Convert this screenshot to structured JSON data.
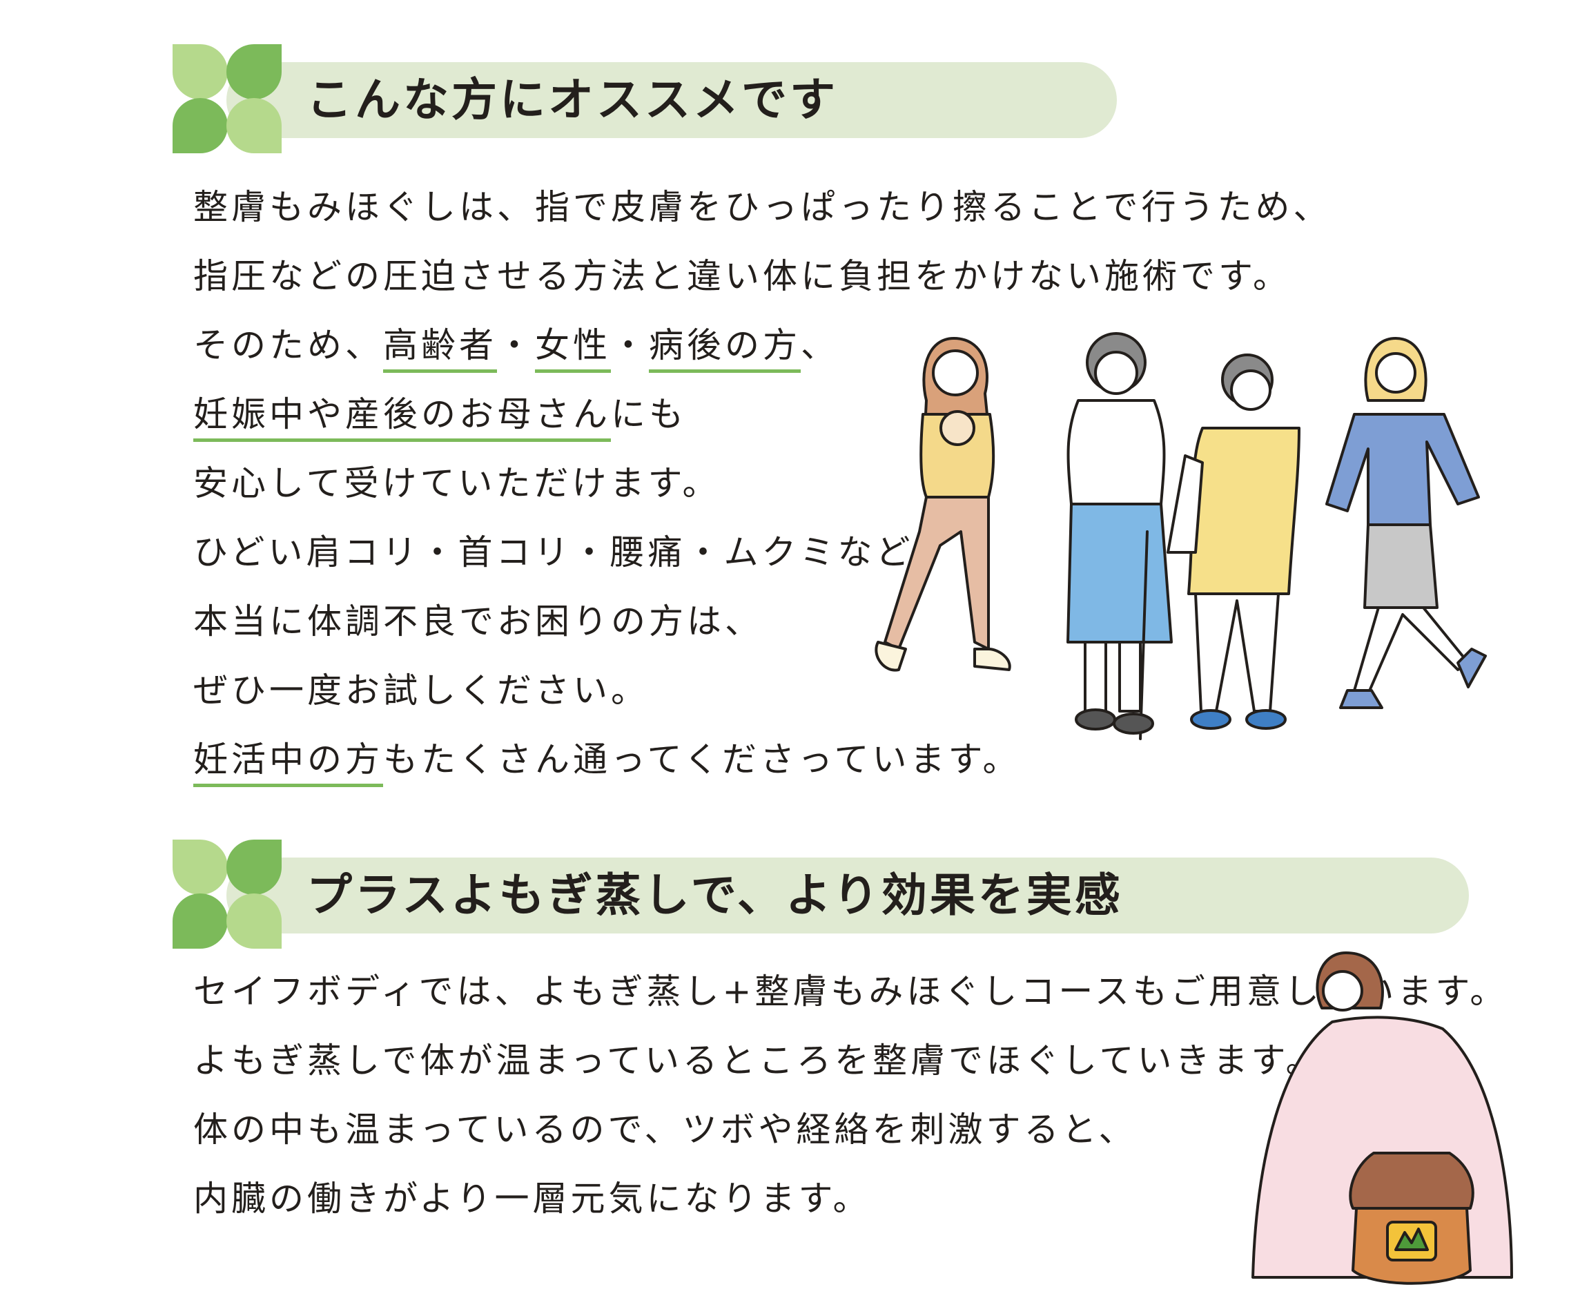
{
  "section1": {
    "heading": "こんな方にオススメです",
    "lines": [
      {
        "parts": [
          {
            "text": "整膚もみほぐしは、指で皮膚をひっぱったり擦ることで行うため、",
            "u": false
          }
        ]
      },
      {
        "parts": [
          {
            "text": "指圧などの圧迫させる方法と違い体に負担をかけない施術です。",
            "u": false
          }
        ]
      },
      {
        "parts": [
          {
            "text": "そのため、",
            "u": false
          },
          {
            "text": "高齢者",
            "u": true
          },
          {
            "text": "・",
            "u": false
          },
          {
            "text": "女性",
            "u": true
          },
          {
            "text": "・",
            "u": false
          },
          {
            "text": "病後の方",
            "u": true
          },
          {
            "text": "、",
            "u": false
          }
        ]
      },
      {
        "parts": [
          {
            "text": "妊娠中や産後のお母さん",
            "u": true
          },
          {
            "text": "にも",
            "u": false
          }
        ]
      },
      {
        "parts": [
          {
            "text": "安心して受けていただけます。",
            "u": false
          }
        ]
      },
      {
        "parts": [
          {
            "text": "ひどい肩コリ・首コリ・腰痛・ムクミなど、",
            "u": false
          }
        ]
      },
      {
        "parts": [
          {
            "text": "本当に体調不良でお困りの方は、",
            "u": false
          }
        ]
      },
      {
        "parts": [
          {
            "text": "ぜひ一度お試しください。",
            "u": false
          }
        ]
      },
      {
        "parts": [
          {
            "text": "妊活中の方",
            "u": true
          },
          {
            "text": "もたくさん通ってくださっています。",
            "u": false
          }
        ]
      }
    ]
  },
  "section2": {
    "heading": "プラスよもぎ蒸しで、より効果を実感",
    "lines": [
      "セイフボディでは、よもぎ蒸し+整膚もみほぐしコースもご用意しています。",
      "よもぎ蒸しで体が温まっているところを整膚でほぐしていきます。",
      "体の中も温まっているので、ツボや経絡を刺激すると、",
      "内臓の働きがより一層元気になります。"
    ]
  },
  "colors": {
    "accent_green": "#7cba5a",
    "light_green": "#b5d98c",
    "pill_bg": "#e0ead2",
    "text": "#231f1c"
  }
}
